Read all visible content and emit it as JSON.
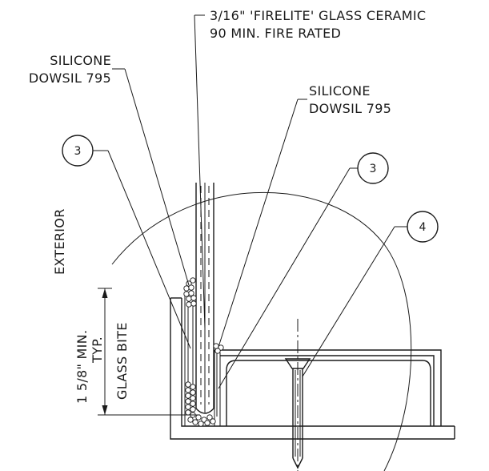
{
  "labels": {
    "glass_line1": "3/16\" 'FIRELITE' GLASS CERAMIC",
    "glass_line2": "90 MIN. FIRE RATED",
    "silicone_left_line1": "SILICONE",
    "silicone_left_line2": "DOWSIL 795",
    "silicone_right_line1": "SILICONE",
    "silicone_right_line2": "DOWSIL 795",
    "exterior": "EXTERIOR",
    "bite_line1": "1 5/8\" MIN.",
    "bite_line2": "TYP.",
    "bite_line3": "GLASS BITE"
  },
  "callouts": {
    "left": "3",
    "right": "3",
    "anchor": "4"
  }
}
